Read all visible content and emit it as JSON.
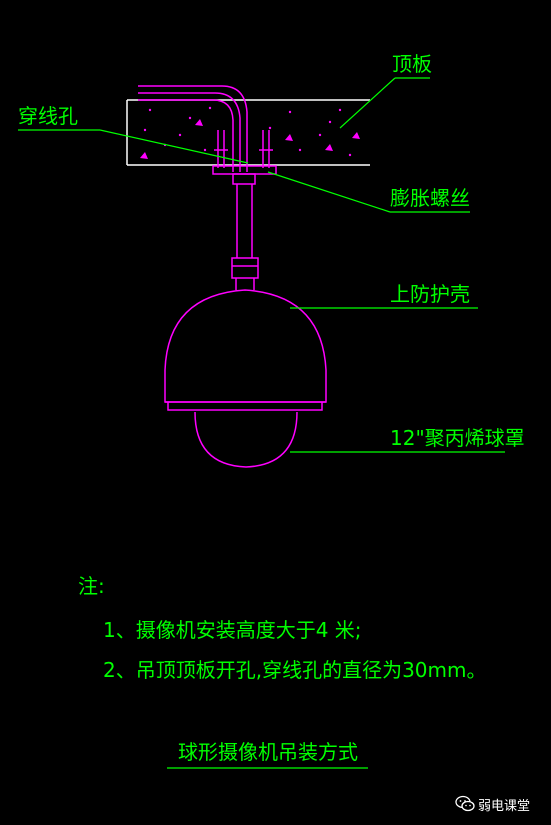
{
  "labels": {
    "ceiling": "顶板",
    "wire_hole": "穿线孔",
    "expansion_bolt": "膨胀螺丝",
    "upper_housing": "上防护壳",
    "dome_cover": "12\"聚丙烯球罩"
  },
  "notes": {
    "heading": "注:",
    "items": [
      "1、摄像机安装高度大于4 米;",
      "2、吊顶顶板开孔,穿线孔的直径为30mm。"
    ]
  },
  "title": "球形摄像机吊装方式",
  "watermark": {
    "text": "弱电课堂",
    "icon": "wechat-icon"
  },
  "colors": {
    "background": "#000000",
    "text": "#00ff00",
    "device": "#ff00ff",
    "leader": "#00ff00",
    "ceiling_dots": "#ff00ff",
    "white": "#ffffff"
  }
}
